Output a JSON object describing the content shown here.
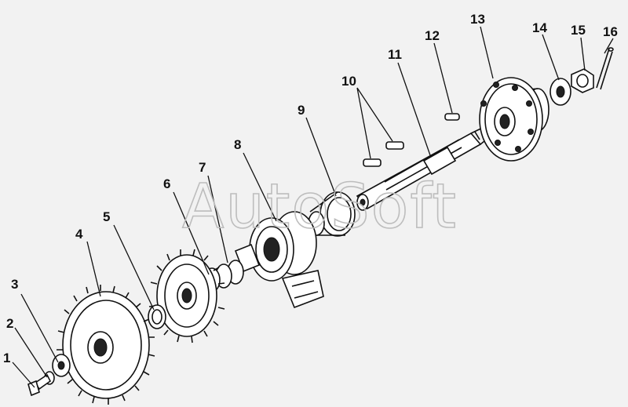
{
  "watermark": "AutoSoft",
  "callouts": [
    "1",
    "2",
    "3",
    "4",
    "5",
    "6",
    "7",
    "8",
    "9",
    "10",
    "11",
    "12",
    "13",
    "14",
    "15",
    "16"
  ],
  "colors": {
    "ink": "#111111",
    "background": "#f2f2f2",
    "watermark": "#bdbdbd"
  }
}
